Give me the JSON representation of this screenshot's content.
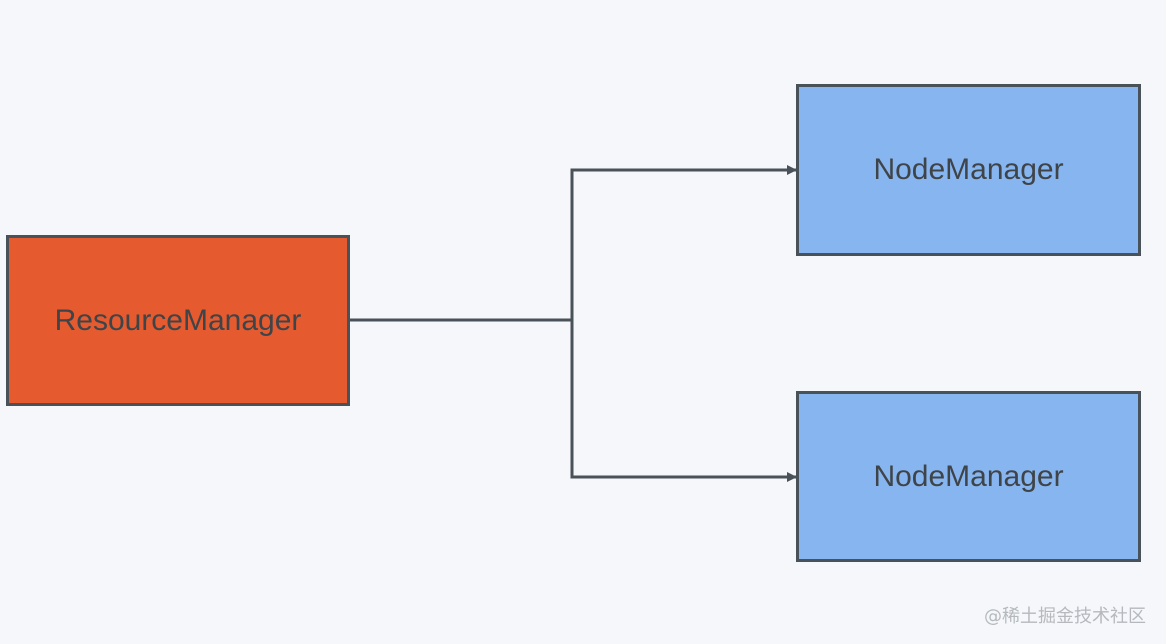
{
  "nodes": {
    "resource_manager": {
      "label": "ResourceManager",
      "fill": "#e55a2e"
    },
    "node_manager_top": {
      "label": "NodeManager",
      "fill": "#87b5ef"
    },
    "node_manager_bottom": {
      "label": "NodeManager",
      "fill": "#87b5ef"
    }
  },
  "edges": [
    {
      "from": "resource_manager",
      "to": "node_manager_top"
    },
    {
      "from": "resource_manager",
      "to": "node_manager_bottom"
    }
  ],
  "colors": {
    "background": "#f5f7fa",
    "stroke": "#4a5259",
    "text": "#3f4448"
  },
  "watermark": "@稀土掘金技术社区"
}
